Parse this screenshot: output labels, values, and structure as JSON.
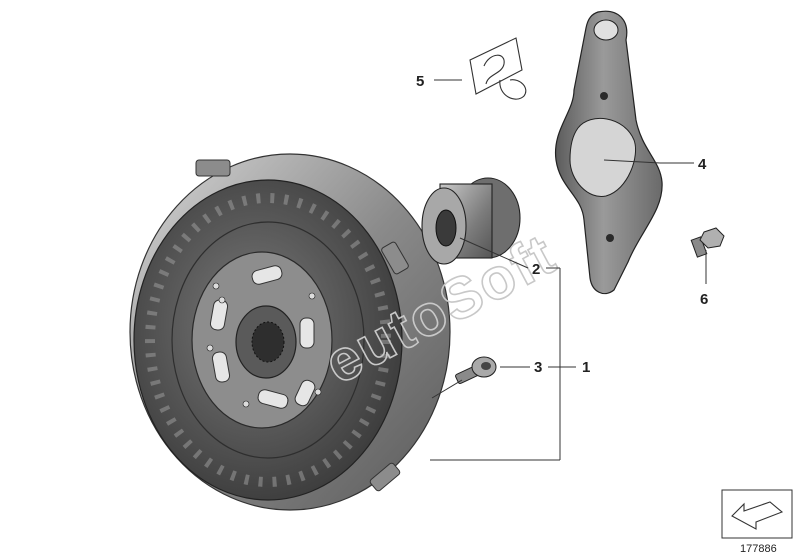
{
  "callouts": [
    {
      "id": "1",
      "label": "1"
    },
    {
      "id": "2",
      "label": "2"
    },
    {
      "id": "3",
      "label": "3"
    },
    {
      "id": "4",
      "label": "4"
    },
    {
      "id": "5",
      "label": "5"
    },
    {
      "id": "6",
      "label": "6"
    }
  ],
  "watermark": "eutoSoft",
  "doc_number": "177886",
  "colors": {
    "dark_metal": "#4a4a4a",
    "mid_metal": "#7a7a7a",
    "light_metal": "#b5b5b5",
    "highlight": "#e2e2e2",
    "line": "#333333"
  }
}
